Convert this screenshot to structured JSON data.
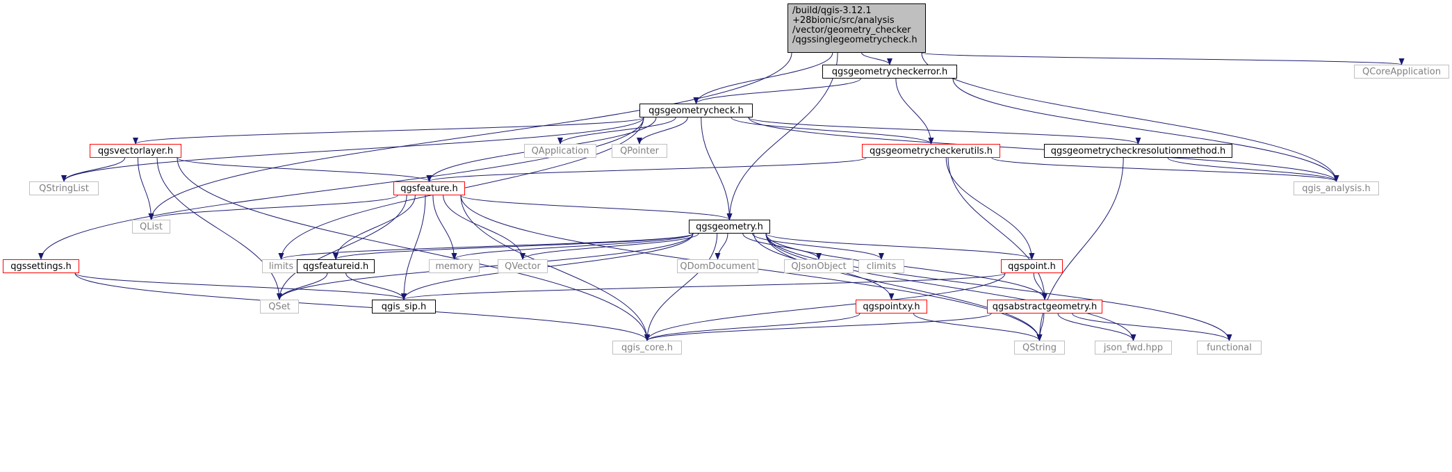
{
  "colors": {
    "edge": "#191970",
    "root_fill": "#bfbfbf",
    "file_border": "#000000",
    "incomplete_border": "#ff0000",
    "system_border": "#bfbfbf",
    "system_text": "#808080"
  },
  "root": {
    "id": "root",
    "lines": [
      "/build/qgis-3.12.1",
      "+28bionic/src/analysis",
      "/vector/geometry_checker",
      "/qgssinglegeometrycheck.h"
    ]
  },
  "nodes": [
    {
      "id": "qcoreapp",
      "label": "QCoreApplication",
      "kind": "sys"
    },
    {
      "id": "qgscheckerror",
      "label": "qgsgeometrycheckerror.h",
      "kind": "file"
    },
    {
      "id": "qgsgeomcheck",
      "label": "qgsgeometrycheck.h",
      "kind": "file"
    },
    {
      "id": "qgsvectorlayer",
      "label": "qgsvectorlayer.h",
      "kind": "red"
    },
    {
      "id": "qapplication",
      "label": "QApplication",
      "kind": "sys"
    },
    {
      "id": "qpointer",
      "label": "QPointer",
      "kind": "sys"
    },
    {
      "id": "qgscheckerutils",
      "label": "qgsgeometrycheckerutils.h",
      "kind": "red"
    },
    {
      "id": "qgsresmethod",
      "label": "qgsgeometrycheckresolutionmethod.h",
      "kind": "file"
    },
    {
      "id": "qstringlist",
      "label": "QStringList",
      "kind": "sys"
    },
    {
      "id": "qgsfeature",
      "label": "qgsfeature.h",
      "kind": "red"
    },
    {
      "id": "qgisanalysis",
      "label": "qgis_analysis.h",
      "kind": "sys"
    },
    {
      "id": "qlist",
      "label": "QList",
      "kind": "sys"
    },
    {
      "id": "qgsgeometry",
      "label": "qgsgeometry.h",
      "kind": "file"
    },
    {
      "id": "qgssettings",
      "label": "qgssettings.h",
      "kind": "red"
    },
    {
      "id": "limits",
      "label": "limits",
      "kind": "sys"
    },
    {
      "id": "qgsfeatureid",
      "label": "qgsfeatureid.h",
      "kind": "file"
    },
    {
      "id": "memory",
      "label": "memory",
      "kind": "sys"
    },
    {
      "id": "qvector",
      "label": "QVector",
      "kind": "sys"
    },
    {
      "id": "qdomdoc",
      "label": "QDomDocument",
      "kind": "sys"
    },
    {
      "id": "qjsonobj",
      "label": "QJsonObject",
      "kind": "sys"
    },
    {
      "id": "climits",
      "label": "climits",
      "kind": "sys"
    },
    {
      "id": "qgspoint",
      "label": "qgspoint.h",
      "kind": "red"
    },
    {
      "id": "qset",
      "label": "QSet",
      "kind": "sys"
    },
    {
      "id": "qgissip",
      "label": "qgis_sip.h",
      "kind": "file"
    },
    {
      "id": "qgspointxy",
      "label": "qgspointxy.h",
      "kind": "red"
    },
    {
      "id": "qgsabsgeom",
      "label": "qgsabstractgeometry.h",
      "kind": "red"
    },
    {
      "id": "qgiscore",
      "label": "qgis_core.h",
      "kind": "sys"
    },
    {
      "id": "qstring",
      "label": "QString",
      "kind": "sys"
    },
    {
      "id": "jsonfwd",
      "label": "json_fwd.hpp",
      "kind": "sys"
    },
    {
      "id": "functional",
      "label": "functional",
      "kind": "sys"
    }
  ],
  "edges": [
    [
      "root",
      "qgsgeomcheck"
    ],
    [
      "root",
      "qgscheckerror"
    ],
    [
      "root",
      "qgsgeometry"
    ],
    [
      "root",
      "qlist"
    ],
    [
      "root",
      "qcoreapp"
    ],
    [
      "root",
      "qgisanalysis"
    ],
    [
      "qgscheckerror",
      "qgsgeomcheck"
    ],
    [
      "qgscheckerror",
      "qgscheckerutils"
    ],
    [
      "qgscheckerror",
      "qgisanalysis"
    ],
    [
      "qgsgeomcheck",
      "qgsvectorlayer"
    ],
    [
      "qgsgeomcheck",
      "qapplication"
    ],
    [
      "qgsgeomcheck",
      "qpointer"
    ],
    [
      "qgsgeomcheck",
      "qgscheckerutils"
    ],
    [
      "qgsgeomcheck",
      "qgsresmethod"
    ],
    [
      "qgsgeomcheck",
      "qstringlist"
    ],
    [
      "qgsgeomcheck",
      "qgsfeature"
    ],
    [
      "qgsgeomcheck",
      "qgisanalysis"
    ],
    [
      "qgsgeomcheck",
      "qgsgeometry"
    ],
    [
      "qgsgeomcheck",
      "qgssettings"
    ],
    [
      "qgsgeomcheck",
      "limits"
    ],
    [
      "qgsvectorlayer",
      "qstringlist"
    ],
    [
      "qgsvectorlayer",
      "qlist"
    ],
    [
      "qgsvectorlayer",
      "qgsfeature"
    ],
    [
      "qgsvectorlayer",
      "qset"
    ],
    [
      "qgsvectorlayer",
      "qgiscore"
    ],
    [
      "qgscheckerutils",
      "qgsfeature"
    ],
    [
      "qgscheckerutils",
      "qgisanalysis"
    ],
    [
      "qgscheckerutils",
      "qgspoint"
    ],
    [
      "qgscheckerutils",
      "qgsabsgeom"
    ],
    [
      "qgsresmethod",
      "qgisanalysis"
    ],
    [
      "qgsresmethod",
      "qstring"
    ],
    [
      "qgsfeature",
      "qlist"
    ],
    [
      "qgsfeature",
      "qgsgeometry"
    ],
    [
      "qgsfeature",
      "qgsfeatureid"
    ],
    [
      "qgsfeature",
      "memory"
    ],
    [
      "qgsfeature",
      "qvector"
    ],
    [
      "qgsfeature",
      "qgissip"
    ],
    [
      "qgsfeature",
      "qgiscore"
    ],
    [
      "qgsfeature",
      "qset"
    ],
    [
      "qgsfeature",
      "qstring"
    ],
    [
      "qgsgeometry",
      "limits"
    ],
    [
      "qgsgeometry",
      "qgsfeatureid"
    ],
    [
      "qgsgeometry",
      "memory"
    ],
    [
      "qgsgeometry",
      "qvector"
    ],
    [
      "qgsgeometry",
      "qdomdoc"
    ],
    [
      "qgsgeometry",
      "qjsonobj"
    ],
    [
      "qgsgeometry",
      "climits"
    ],
    [
      "qgsgeometry",
      "qgspoint"
    ],
    [
      "qgsgeometry",
      "qset"
    ],
    [
      "qgsgeometry",
      "qgissip"
    ],
    [
      "qgsgeometry",
      "qgiscore"
    ],
    [
      "qgsgeometry",
      "qgspointxy"
    ],
    [
      "qgsgeometry",
      "qgsabsgeom"
    ],
    [
      "qgsgeometry",
      "qstring"
    ],
    [
      "qgsgeometry",
      "jsonfwd"
    ],
    [
      "qgsgeometry",
      "functional"
    ],
    [
      "qgssettings",
      "qgissip"
    ],
    [
      "qgssettings",
      "qgiscore"
    ],
    [
      "qgsfeatureid",
      "qset"
    ],
    [
      "qgsfeatureid",
      "qgissip"
    ],
    [
      "qgspoint",
      "qgsabsgeom"
    ],
    [
      "qgspoint",
      "qgissip"
    ],
    [
      "qgspoint",
      "qgiscore"
    ],
    [
      "qgspointxy",
      "qgiscore"
    ],
    [
      "qgspointxy",
      "qstring"
    ],
    [
      "qgsabsgeom",
      "qgiscore"
    ],
    [
      "qgsabsgeom",
      "qstring"
    ],
    [
      "qgsabsgeom",
      "jsonfwd"
    ],
    [
      "qgsabsgeom",
      "functional"
    ]
  ]
}
